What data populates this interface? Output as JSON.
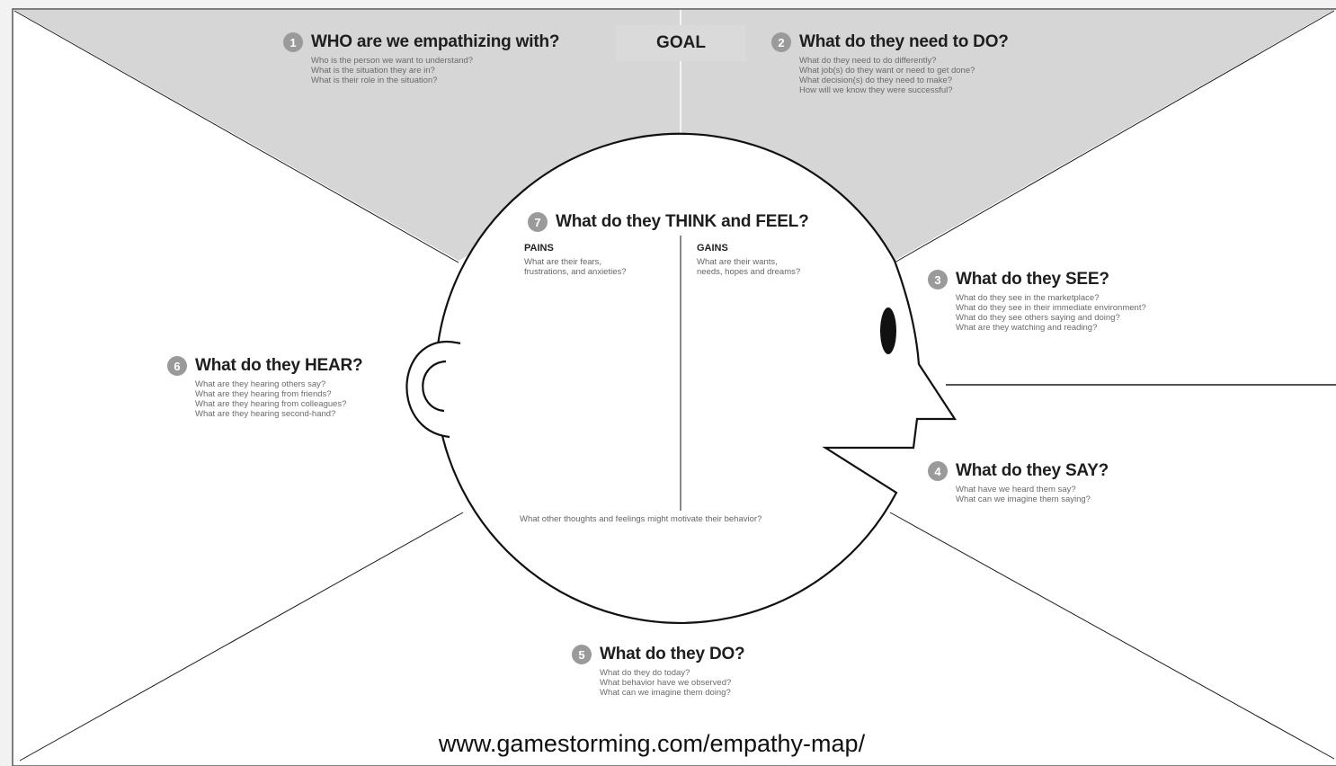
{
  "sections": {
    "who": {
      "num": "1",
      "title": "WHO are we empathizing with?",
      "lines": [
        "Who is the person we want to understand?",
        "What is the situation they are in?",
        "What is their role in the situation?"
      ]
    },
    "goal": {
      "label": "GOAL"
    },
    "do_need": {
      "num": "2",
      "title": "What do they need to DO?",
      "lines": [
        "What do they need to do differently?",
        "What job(s) do they want or need to get done?",
        "What decision(s) do they need to make?",
        "How will we know they were successful?"
      ]
    },
    "see": {
      "num": "3",
      "title": "What do they SEE?",
      "lines": [
        "What do they see in the marketplace?",
        "What do they see in their immediate environment?",
        "What do they see others saying and doing?",
        "What are they watching and reading?"
      ]
    },
    "say": {
      "num": "4",
      "title": "What do they SAY?",
      "lines": [
        "What have we heard them say?",
        "What can we imagine them saying?"
      ]
    },
    "do": {
      "num": "5",
      "title": "What do they DO?",
      "lines": [
        "What do they do today?",
        "What behavior have we observed?",
        "What can we imagine them doing?"
      ]
    },
    "hear": {
      "num": "6",
      "title": "What do they HEAR?",
      "lines": [
        "What are they hearing others say?",
        "What are they hearing from friends?",
        "What are they hearing from colleagues?",
        "What are they hearing second-hand?"
      ]
    },
    "think_feel": {
      "num": "7",
      "title": "What do they THINK and FEEL?",
      "pains_label": "PAINS",
      "pains_lines": [
        "What are their fears,",
        "frustrations, and anxieties?"
      ],
      "gains_label": "GAINS",
      "gains_lines": [
        "What are their wants,",
        "needs, hopes and dreams?"
      ],
      "bottom": "What other thoughts and feelings might motivate their behavior?"
    }
  },
  "footer": {
    "url": "www.gamestorming.com/empathy-map/"
  },
  "colors": {
    "background": "#f2f2f2",
    "board": "#ffffff",
    "top_fill": "#d6d6d6",
    "line": "#1a1a1a",
    "badge": "#9a9a9a"
  }
}
